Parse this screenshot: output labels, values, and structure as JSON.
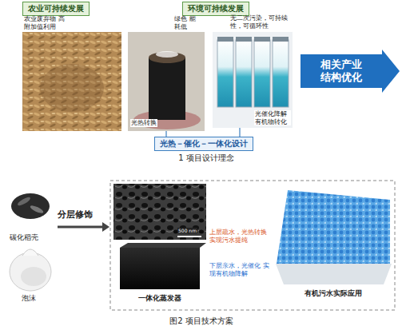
{
  "diagram": {
    "nodes": [
      {
        "text": [
          "农业可持续发展"
        ]
      },
      {
        "text": [
          "环境可持续发展"
        ]
      },
      {
        "text": [
          "相关产业 结构优化"
        ]
      },
      {
        "text": [
          "光热－催化－一体化设计"
        ]
      }
    ],
    "labels": [
      "农业废弃物 高附加值利用",
      "绿色 能耗低",
      "无二次污染，可持续性，可循环性",
      "光热转换",
      "光催化降解 有机物转化",
      "1 项目设计理念",
      "碳化稻壳",
      "泡沫",
      "分层修饰",
      "500 nm",
      "一体化蒸发器",
      "上层疏水，光热转换 实现污水提纯",
      "下层亲水，光催化 实现有机物降解",
      "有机污水实际应用",
      "图2 项目技术方案"
    ]
  }
}
